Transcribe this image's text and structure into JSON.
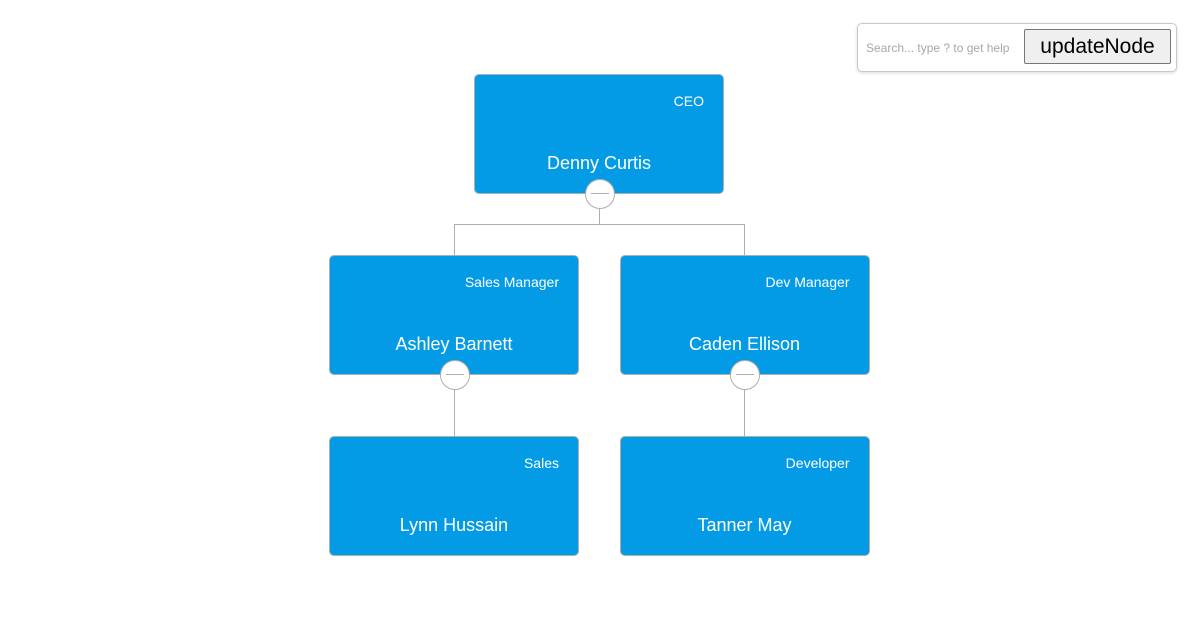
{
  "search": {
    "placeholder": "Search... type ? to get help",
    "value": ""
  },
  "toolbar": {
    "update_label": "updateNode"
  },
  "colors": {
    "node_fill": "#039be5",
    "node_border": "#aeaeae",
    "link": "#aeaeae",
    "text": "#ffffff"
  },
  "org_chart": {
    "nodes": [
      {
        "id": 1,
        "pid": null,
        "name": "Denny Curtis",
        "title": "CEO"
      },
      {
        "id": 2,
        "pid": 1,
        "name": "Ashley Barnett",
        "title": "Sales Manager"
      },
      {
        "id": 3,
        "pid": 1,
        "name": "Caden Ellison",
        "title": "Dev Manager"
      },
      {
        "id": 4,
        "pid": 2,
        "name": "Lynn Hussain",
        "title": "Sales"
      },
      {
        "id": 5,
        "pid": 3,
        "name": "Tanner May",
        "title": "Developer"
      }
    ]
  }
}
